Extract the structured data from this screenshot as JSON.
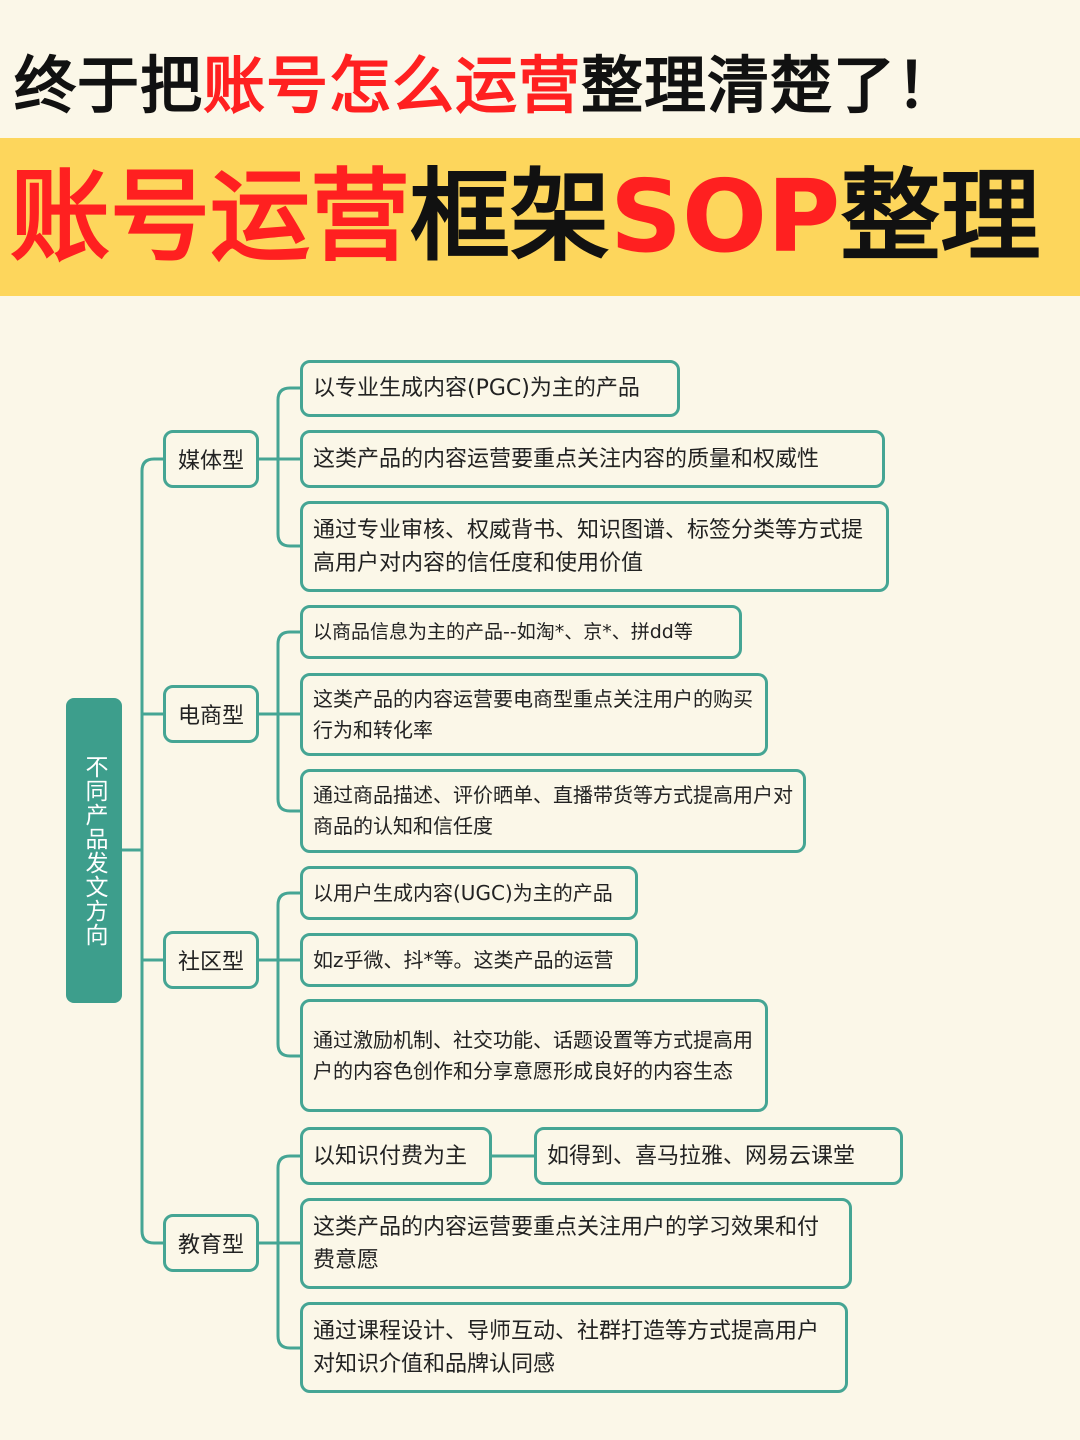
{
  "header": {
    "title_part1": "终于把",
    "title_highlight": "账号怎么运营",
    "title_part2": "整理清楚了！",
    "banner_highlight1": "账号运营",
    "banner_text1": "框架",
    "banner_highlight2": "SOP",
    "banner_text2": "整理"
  },
  "mindmap": {
    "root": "不同产品发文方向",
    "branches": [
      {
        "label": "媒体型",
        "leaves": [
          "以专业生成内容(PGC)为主的产品",
          "这类产品的内容运营要重点关注内容的质量和权威性",
          "通过专业审核、权威背书、知识图谱、标签分类等方式提高用户对内容的信任度和使用价值"
        ]
      },
      {
        "label": "电商型",
        "leaves": [
          "以商品信息为主的产品--如淘*、京*、拼dd等",
          "这类产品的内容运营要电商型重点关注用户的购买行为和转化率",
          "通过商品描述、评价晒单、直播带货等方式提高用户对商品的认知和信任度"
        ]
      },
      {
        "label": "社区型",
        "leaves": [
          "以用户生成内容(UGC)为主的产品",
          "如z乎微、抖*等。这类产品的运营",
          "通过激励机制、社交功能、话题设置等方式提高用户的内容色创作和分享意愿形成良好的内容生态"
        ]
      },
      {
        "label": "教育型",
        "leaves": [
          "以知识付费为主",
          "这类产品的内容运营要重点关注用户的学习效果和付费意愿",
          "通过课程设计、导师互动、社群打造等方式提高用户对知识介值和品牌认同感"
        ],
        "leaf_child": "如得到、喜马拉雅、网易云课堂"
      }
    ]
  },
  "colors": {
    "accent": "#45a594",
    "root_fill": "#3d9e8c",
    "highlight": "#ff2020",
    "banner": "#fdd65c",
    "background": "#fbf7e8"
  }
}
